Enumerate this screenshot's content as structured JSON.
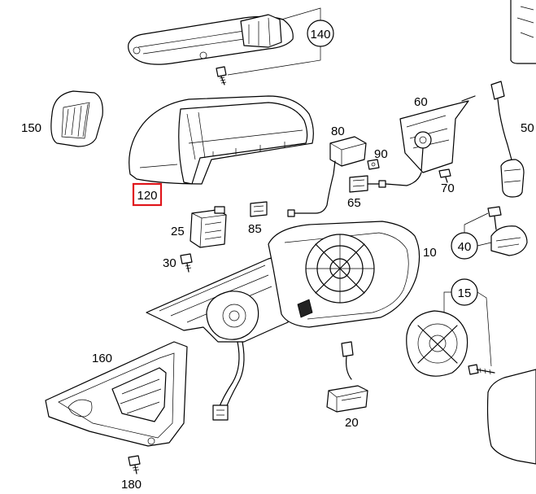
{
  "diagram": {
    "part_labels": {
      "p10": "10",
      "p15": "15",
      "p20": "20",
      "p25": "25",
      "p30": "30",
      "p40": "40",
      "p50": "50",
      "p60": "60",
      "p65": "65",
      "p70": "70",
      "p80": "80",
      "p85": "85",
      "p90": "90",
      "p120": "120",
      "p140": "140",
      "p150": "150",
      "p160": "160",
      "p180": "180"
    },
    "highlight_color": "#e0151b",
    "highlighted_part": "120"
  }
}
